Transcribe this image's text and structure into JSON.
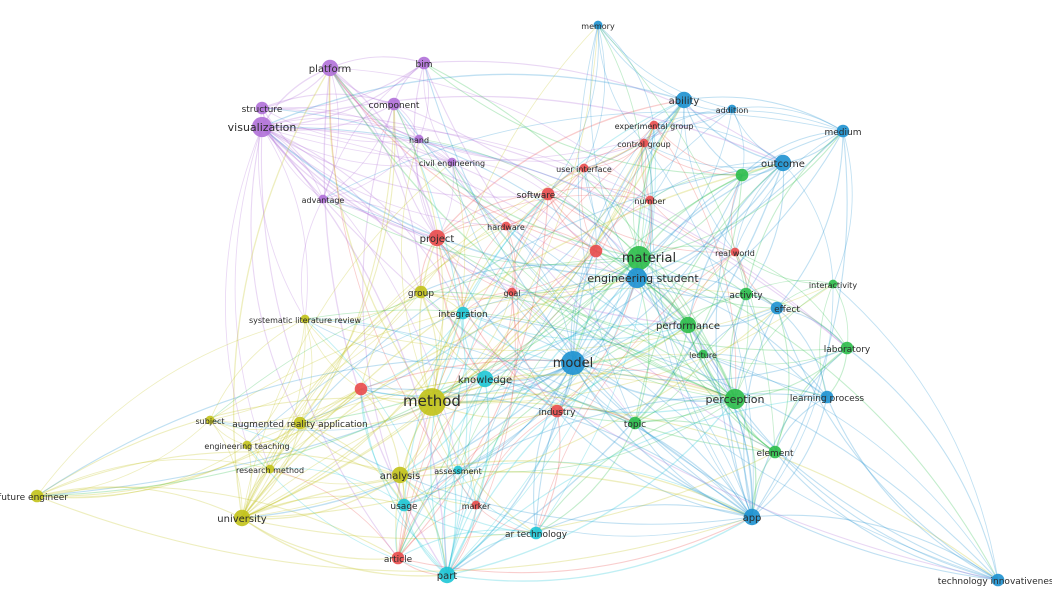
{
  "network": {
    "clusters": {
      "purple": "#b070d8",
      "red": "#e94b4b",
      "blue": "#1d91d0",
      "green": "#2cbd4a",
      "yellow": "#c2c21a",
      "cyan": "#1ec7d6"
    },
    "nodes": [
      {
        "id": "platform",
        "label": "platform",
        "cluster": "purple",
        "weight": 3
      },
      {
        "id": "bim",
        "label": "bim",
        "cluster": "purple",
        "weight": 2
      },
      {
        "id": "structure",
        "label": "structure",
        "cluster": "purple",
        "weight": 2
      },
      {
        "id": "visualization",
        "label": "visualization",
        "cluster": "purple",
        "weight": 4
      },
      {
        "id": "component",
        "label": "component",
        "cluster": "purple",
        "weight": 2
      },
      {
        "id": "hand",
        "label": "hand",
        "cluster": "purple",
        "weight": 1
      },
      {
        "id": "civil_engineering",
        "label": "civil engineering",
        "cluster": "purple",
        "weight": 1
      },
      {
        "id": "advantage",
        "label": "advantage",
        "cluster": "purple",
        "weight": 1
      },
      {
        "id": "memory",
        "label": "memory",
        "cluster": "blue",
        "weight": 1
      },
      {
        "id": "ability",
        "label": "ability",
        "cluster": "blue",
        "weight": 3
      },
      {
        "id": "addition",
        "label": "addition",
        "cluster": "blue",
        "weight": 1
      },
      {
        "id": "medium",
        "label": "medium",
        "cluster": "blue",
        "weight": 2
      },
      {
        "id": "outcome",
        "label": "outcome",
        "cluster": "blue",
        "weight": 3
      },
      {
        "id": "experimental_group",
        "label": "experimental group",
        "cluster": "red",
        "weight": 1
      },
      {
        "id": "control_group",
        "label": "control group",
        "cluster": "red",
        "weight": 1
      },
      {
        "id": "user_interface",
        "label": "user interface",
        "cluster": "red",
        "weight": 1
      },
      {
        "id": "software",
        "label": "software",
        "cluster": "red",
        "weight": 2
      },
      {
        "id": "number",
        "label": "number",
        "cluster": "red",
        "weight": 1
      },
      {
        "id": "hardware",
        "label": "hardware",
        "cluster": "red",
        "weight": 1
      },
      {
        "id": "project",
        "label": "project",
        "cluster": "red",
        "weight": 3
      },
      {
        "id": "material",
        "label": "material",
        "cluster": "green",
        "weight": 5
      },
      {
        "id": "real_world",
        "label": "real world",
        "cluster": "red",
        "weight": 1
      },
      {
        "id": "engineering_student",
        "label": "engineering student",
        "cluster": "blue",
        "weight": 4
      },
      {
        "id": "interactivity",
        "label": "interactivity",
        "cluster": "green",
        "weight": 1
      },
      {
        "id": "activity",
        "label": "activity",
        "cluster": "green",
        "weight": 2
      },
      {
        "id": "effect",
        "label": "effect",
        "cluster": "blue",
        "weight": 2
      },
      {
        "id": "group",
        "label": "group",
        "cluster": "yellow",
        "weight": 2
      },
      {
        "id": "goal",
        "label": "goal",
        "cluster": "red",
        "weight": 1
      },
      {
        "id": "integration",
        "label": "integration",
        "cluster": "cyan",
        "weight": 2
      },
      {
        "id": "systematic_literature_review",
        "label": "systematic literature review",
        "cluster": "yellow",
        "weight": 1
      },
      {
        "id": "performance",
        "label": "performance",
        "cluster": "green",
        "weight": 3
      },
      {
        "id": "laboratory",
        "label": "laboratory",
        "cluster": "green",
        "weight": 2
      },
      {
        "id": "lecture",
        "label": "lecture",
        "cluster": "green",
        "weight": 1
      },
      {
        "id": "model",
        "label": "model",
        "cluster": "blue",
        "weight": 5
      },
      {
        "id": "knowledge",
        "label": "knowledge",
        "cluster": "cyan",
        "weight": 3
      },
      {
        "id": "method",
        "label": "method",
        "cluster": "yellow",
        "weight": 6
      },
      {
        "id": "industry",
        "label": "industry",
        "cluster": "red",
        "weight": 2
      },
      {
        "id": "perception",
        "label": "perception",
        "cluster": "green",
        "weight": 4
      },
      {
        "id": "learning_process",
        "label": "learning process",
        "cluster": "blue",
        "weight": 2
      },
      {
        "id": "subject",
        "label": "subject",
        "cluster": "yellow",
        "weight": 1
      },
      {
        "id": "augmented_reality_application",
        "label": "augmented reality application",
        "cluster": "yellow",
        "weight": 2
      },
      {
        "id": "topic",
        "label": "topic",
        "cluster": "green",
        "weight": 2
      },
      {
        "id": "engineering_teaching",
        "label": "engineering teaching",
        "cluster": "yellow",
        "weight": 1
      },
      {
        "id": "element",
        "label": "element",
        "cluster": "green",
        "weight": 2
      },
      {
        "id": "research_method",
        "label": "research method",
        "cluster": "yellow",
        "weight": 1
      },
      {
        "id": "analysis",
        "label": "analysis",
        "cluster": "yellow",
        "weight": 3
      },
      {
        "id": "assessment",
        "label": "assessment",
        "cluster": "cyan",
        "weight": 1
      },
      {
        "id": "future_engineer",
        "label": "future engineer",
        "cluster": "yellow",
        "weight": 2
      },
      {
        "id": "usage",
        "label": "usage",
        "cluster": "cyan",
        "weight": 2
      },
      {
        "id": "marker",
        "label": "marker",
        "cluster": "red",
        "weight": 1
      },
      {
        "id": "university",
        "label": "university",
        "cluster": "yellow",
        "weight": 3
      },
      {
        "id": "ar_technology",
        "label": "ar technology",
        "cluster": "cyan",
        "weight": 2
      },
      {
        "id": "app",
        "label": "app",
        "cluster": "blue",
        "weight": 3
      },
      {
        "id": "article",
        "label": "article",
        "cluster": "red",
        "weight": 2
      },
      {
        "id": "part",
        "label": "part",
        "cluster": "cyan",
        "weight": 3
      },
      {
        "id": "technology_innovativeness",
        "label": "technology innovativeness",
        "cluster": "blue",
        "weight": 2
      },
      {
        "id": "n_red_mid",
        "label": "",
        "cluster": "red",
        "weight": 2
      },
      {
        "id": "n_red_left",
        "label": "",
        "cluster": "red",
        "weight": 2
      },
      {
        "id": "n_green_outcome",
        "label": "",
        "cluster": "green",
        "weight": 2
      }
    ]
  }
}
